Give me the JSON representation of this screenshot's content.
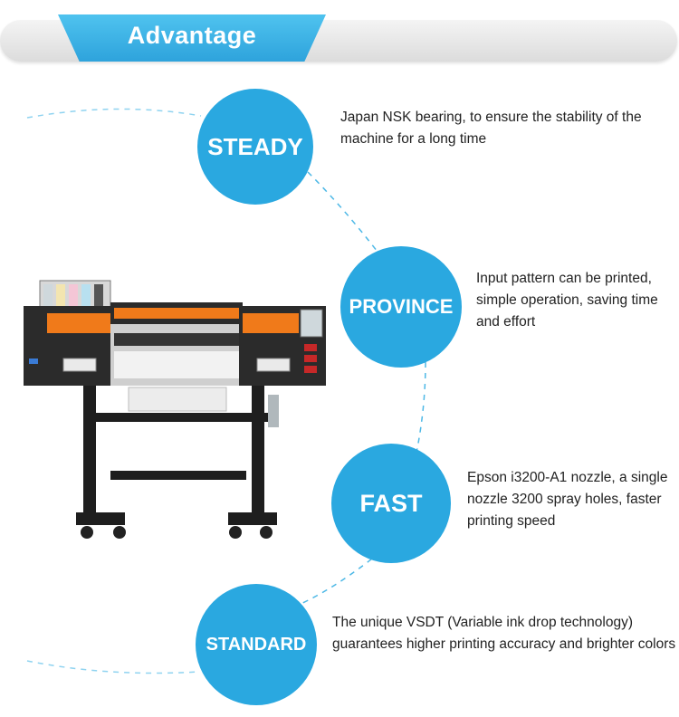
{
  "header": {
    "title": "Advantage"
  },
  "features": [
    {
      "badge": "STEADY",
      "description": "Japan NSK bearing, to ensure the stability of the machine for a long time"
    },
    {
      "badge": "PROVINCE",
      "description": "Input pattern can be printed, simple operation, saving time and effort"
    },
    {
      "badge": "FAST",
      "description": "Epson i3200-A1 nozzle, a single nozzle 3200 spray holes, faster printing speed"
    },
    {
      "badge": "STANDARD",
      "description": "The unique VSDT (Variable ink drop technology) guarantees higher printing accuracy and brighter colors"
    }
  ],
  "colors": {
    "accent": "#2aa8e0",
    "machine_body": "#2b2b2b",
    "machine_trim": "#f07a1a"
  }
}
